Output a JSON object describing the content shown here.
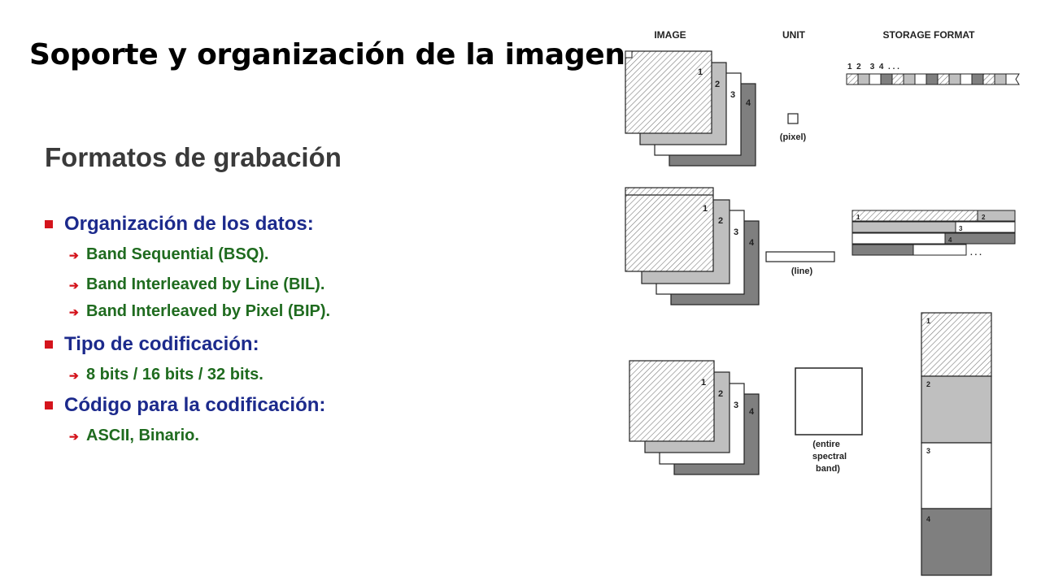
{
  "slide": {
    "title": "Soporte y organización de la imagen"
  },
  "content": {
    "heading": "Formatos de grabación",
    "items": [
      {
        "text": "Organización de los datos:",
        "level": 1
      },
      {
        "text": "Band Sequential (BSQ).",
        "level": 2
      },
      {
        "text": "Band Interleaved by Line (BIL).",
        "level": 2
      },
      {
        "text": "Band Interleaved by Pixel (BIP).",
        "level": 2
      },
      {
        "text": "Tipo de codificación:",
        "level": 1
      },
      {
        "text": "8 bits / 16 bits / 32 bits.",
        "level": 2
      },
      {
        "text": "Código para la codificación:",
        "level": 1
      },
      {
        "text": "ASCII, Binario.",
        "level": 2
      }
    ]
  },
  "figure": {
    "headers": {
      "image": "IMAGE",
      "unit": "UNIT",
      "storage": "STORAGE FORMAT"
    },
    "band_labels": [
      "1",
      "2",
      "3",
      "4"
    ],
    "pixel_sequence": "1  2    3  4  . . .",
    "units": {
      "pixel": "(pixel)",
      "line": "(line)",
      "band_line1": "(entire",
      "band_line2": "spectral",
      "band_line3": "band)"
    },
    "ellipsis": ". . .",
    "colors": {
      "band1": "hatched",
      "band2": "#bfbfbf",
      "band3": "#ffffff",
      "band4": "#7f7f7f",
      "bullet": "#d4141c",
      "level1_text": "#1c2a8c",
      "level2_text": "#1f6b1f"
    }
  }
}
